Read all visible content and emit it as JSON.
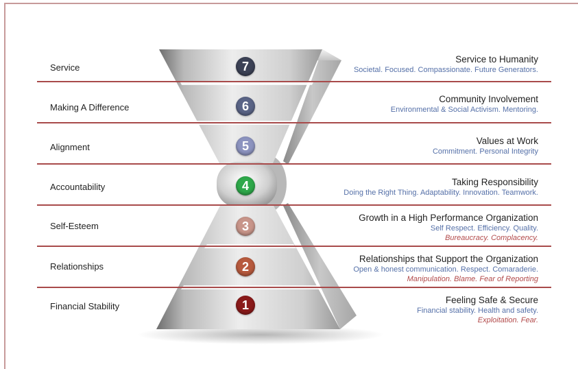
{
  "colors": {
    "frame": "#c79a9a",
    "divider": "#a84a4a",
    "subtitle": "#5570a8",
    "negative": "#b24a4a"
  },
  "levels": [
    {
      "number": "7",
      "label": "Service",
      "title": "Service to Humanity",
      "subtitle": "Societal. Focused. Compassionate. Future Generators.",
      "negative": "",
      "badge_color": "#3c4256"
    },
    {
      "number": "6",
      "label": "Making A Difference",
      "title": "Community Involvement",
      "subtitle": "Environmental & Social Activism. Mentoring.",
      "negative": "",
      "badge_color": "#5a6486"
    },
    {
      "number": "5",
      "label": "Alignment",
      "title": "Values at Work",
      "subtitle": "Commitment. Personal Integrity",
      "negative": "",
      "badge_color": "#8c93bf"
    },
    {
      "number": "4",
      "label": "Accountability",
      "title": "Taking Responsibility",
      "subtitle": "Doing the Right Thing. Adaptability. Innovation. Teamwork.",
      "negative": "",
      "badge_color": "#2ea84a"
    },
    {
      "number": "3",
      "label": "Self-Esteem",
      "title": "Growth in a High Performance Organization",
      "subtitle": "Self Respect. Efficiency. Quality.",
      "negative": "Bureaucracy. Complacency.",
      "badge_color": "#c8958a"
    },
    {
      "number": "2",
      "label": "Relationships",
      "title": "Relationships that Support the Organization",
      "subtitle": "Open & honest communication. Respect. Comaraderie.",
      "negative": "Manipulation. Blame. Fear of Reporting",
      "badge_color": "#b75a3e"
    },
    {
      "number": "1",
      "label": "Financial Stability",
      "title": "Feeling Safe & Secure",
      "subtitle": "Financial stability. Health and safety.",
      "negative": "Exploitation. Fear.",
      "badge_color": "#8a1a1a"
    }
  ]
}
